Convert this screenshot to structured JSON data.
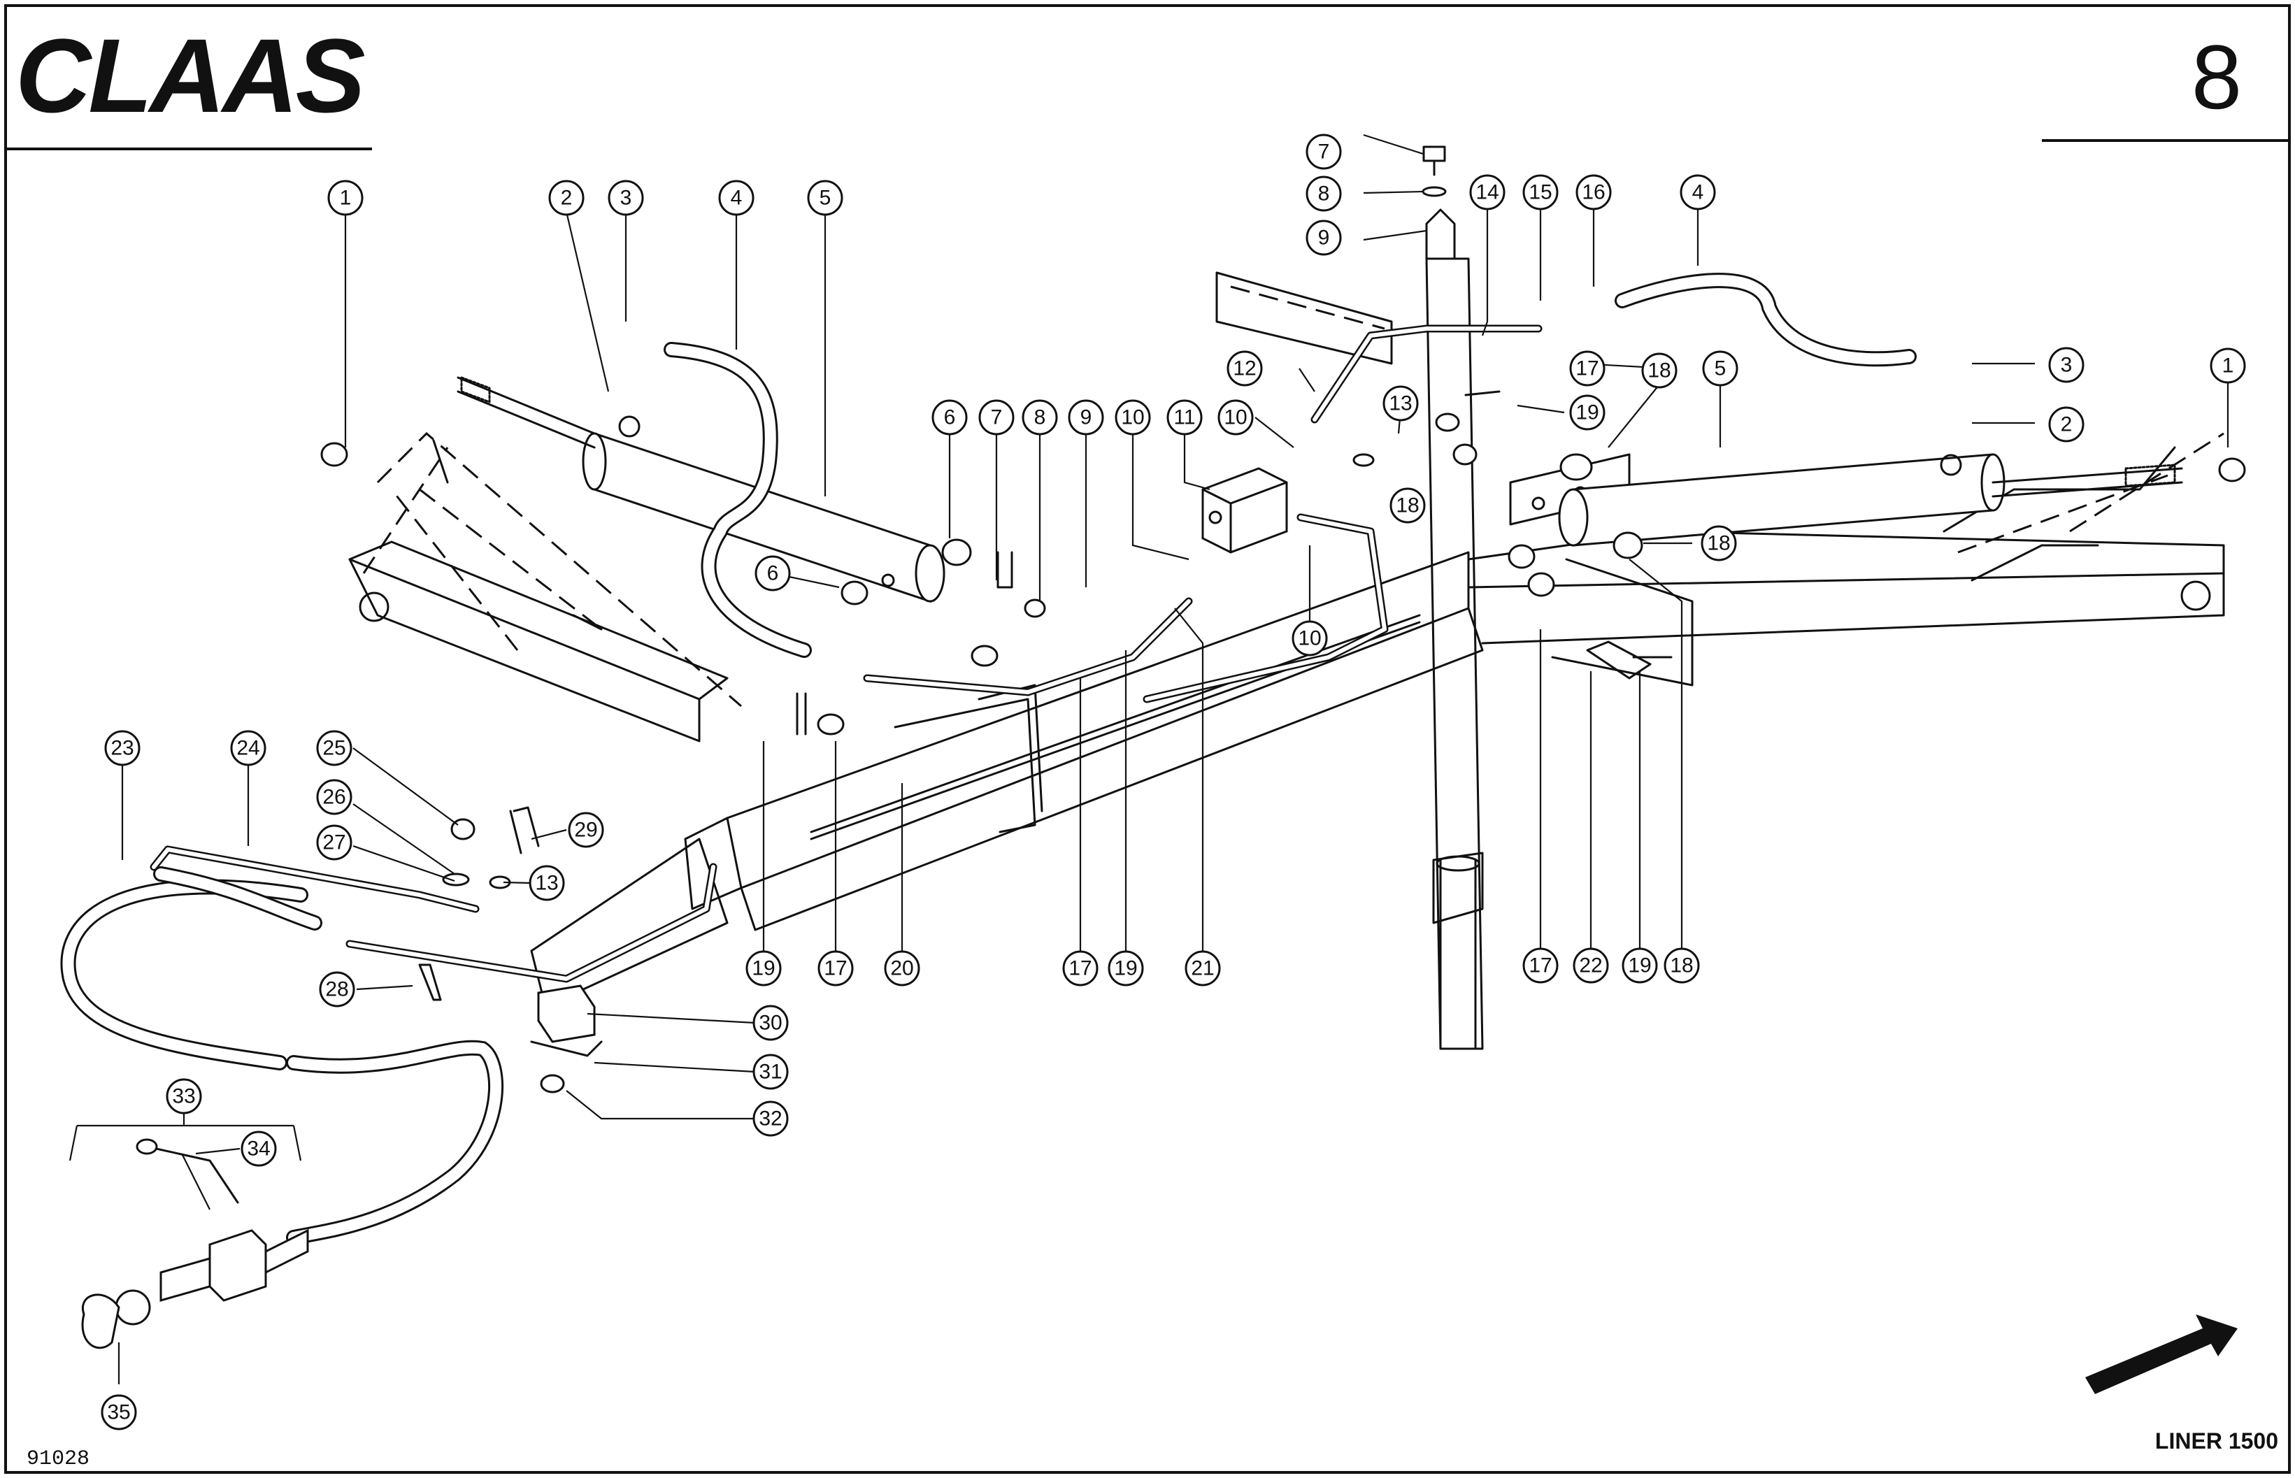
{
  "header": {
    "brand_logo_text": "CLAAS",
    "page_number": "8"
  },
  "footer": {
    "drawing_number": "91028",
    "model_label": "LINER 1500"
  },
  "callouts": [
    "1",
    "2",
    "3",
    "4",
    "5",
    "6",
    "7",
    "8",
    "9",
    "10",
    "11",
    "12",
    "13",
    "14",
    "15",
    "16",
    "17",
    "18",
    "19",
    "20",
    "21",
    "22",
    "23",
    "24",
    "25",
    "26",
    "27",
    "28",
    "29",
    "30",
    "31",
    "32",
    "33",
    "34",
    "35"
  ],
  "icons": {
    "direction_arrow": "direction-arrow-icon"
  }
}
